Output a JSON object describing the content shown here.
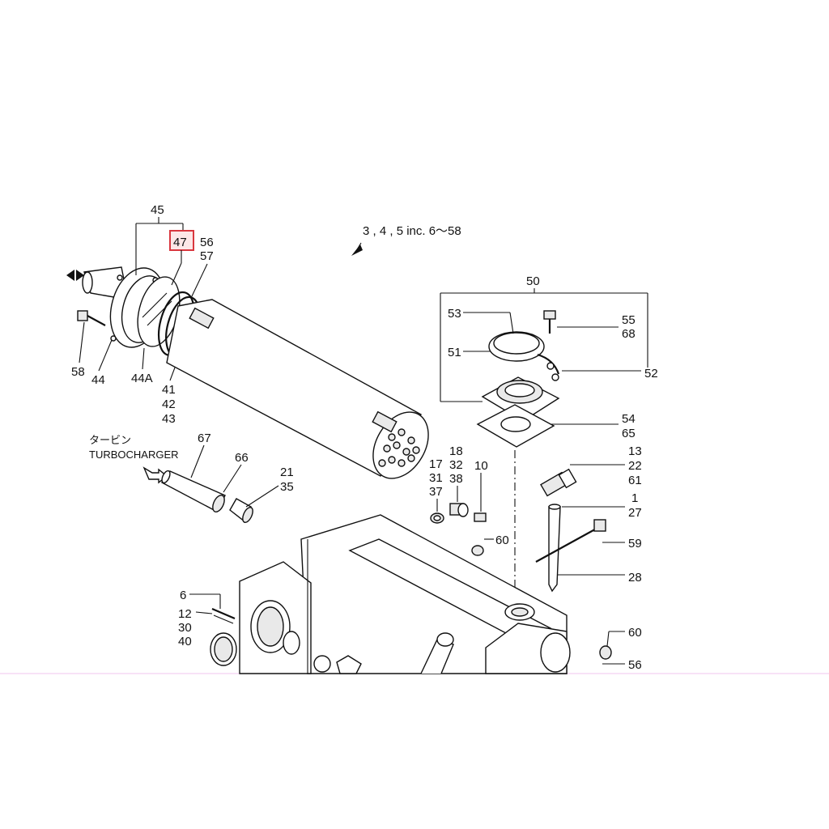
{
  "header": {
    "note": "3 , 4 , 5 inc. 6～58"
  },
  "labels": {
    "l45": "45",
    "l47": "47",
    "l56a": "56",
    "l57a": "57",
    "l58": "58",
    "l44": "44",
    "l44a": "44A",
    "l41": "41",
    "l42": "42",
    "l43": "43",
    "l50": "50",
    "l53": "53",
    "l51": "51",
    "l55": "55",
    "l68": "68",
    "l52": "52",
    "l54": "54",
    "l65": "65",
    "l13": "13",
    "l22": "22",
    "l61": "61",
    "l1": "1",
    "l27": "27",
    "l59": "59",
    "l28": "28",
    "l17": "17",
    "l31": "31",
    "l37": "37",
    "l18": "18",
    "l32": "32",
    "l38": "38",
    "l10": "10",
    "l60a": "60",
    "l67": "67",
    "l66": "66",
    "l21": "21",
    "l35": "35",
    "l6": "6",
    "l12": "12",
    "l30": "30",
    "l40": "40",
    "l60b": "60",
    "l56b": "56"
  },
  "turbo": {
    "jp": "タービン",
    "en": "TURBOCHARGER"
  },
  "highlight": {
    "part": "47",
    "color": "#d9373f"
  }
}
